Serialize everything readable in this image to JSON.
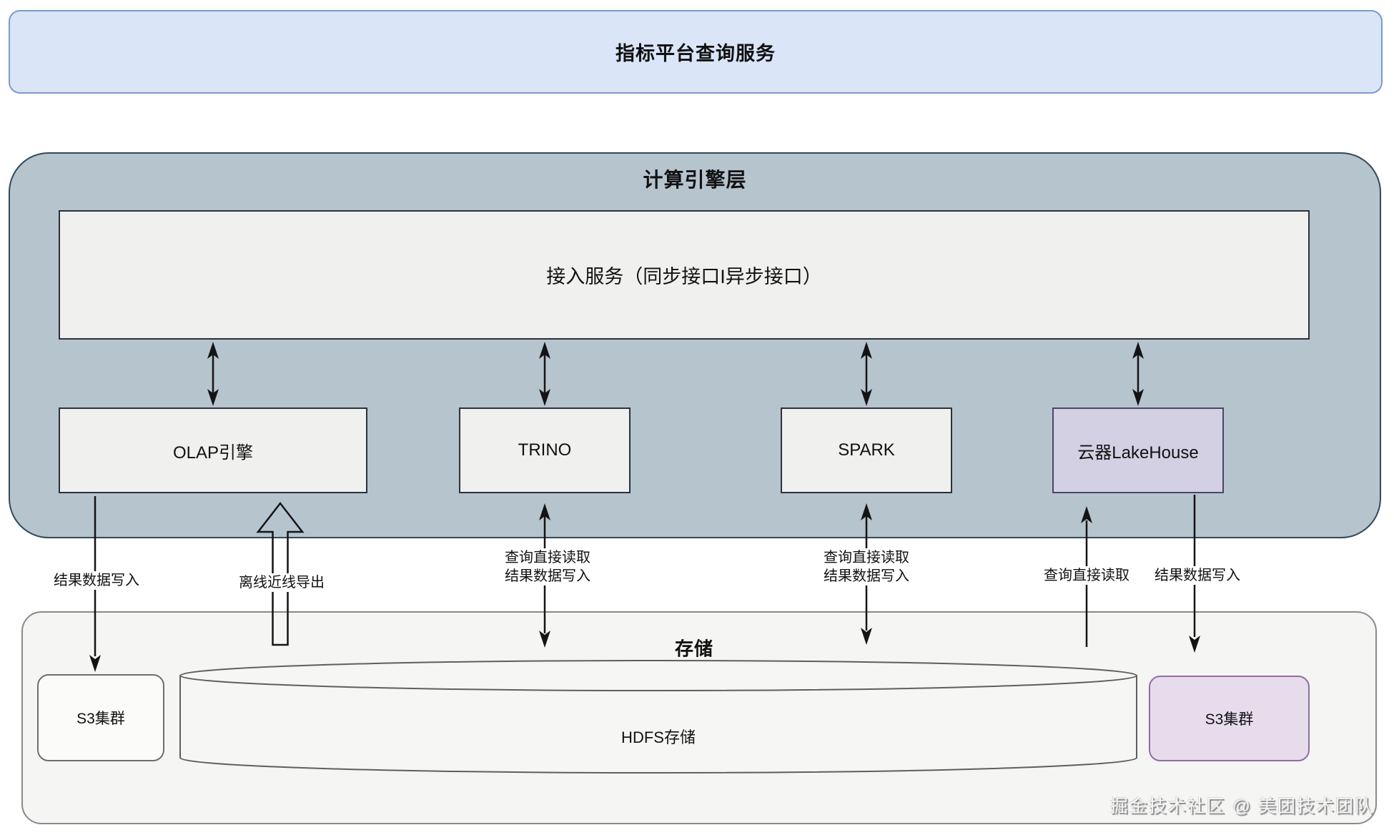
{
  "banner": {
    "title": "指标平台查询服务"
  },
  "compute": {
    "title": "计算引擎层",
    "access_service": "接入服务（同步接口I异步接口）",
    "engines": [
      {
        "label": "OLAP引擎"
      },
      {
        "label": "TRINO"
      },
      {
        "label": "SPARK"
      },
      {
        "label": "云器LakeHouse",
        "highlighted": true
      }
    ]
  },
  "flows": {
    "olap_to_s3": "结果数据写入",
    "offline_export": "离线近线导出",
    "trino_read": "查询直接读取",
    "trino_write": "结果数据写入",
    "spark_read": "查询直接读取",
    "spark_write": "结果数据写入",
    "lakehouse_read": "查询直接读取",
    "lakehouse_write": "结果数据写入"
  },
  "storage": {
    "title": "存储",
    "s3_left": "S3集群",
    "hdfs": "HDFS存储",
    "s3_right": "S3集群"
  },
  "watermark": "掘金技术社区 @ 美团技术团队",
  "colors": {
    "banner_fill": "#dae5f8",
    "banner_border": "#7d9ac9",
    "compute_fill": "#b6c4ce",
    "compute_border": "#33495a",
    "box_fill": "#f0f0ee",
    "box_border": "#2b323a",
    "lakehouse_fill": "#d4d0e4",
    "lakehouse_border": "#4a4668",
    "storage_fill": "#f5f5f3",
    "storage_border": "#8a8a8a",
    "s3_right_fill": "#e7dcec",
    "s3_right_border": "#8f6da6",
    "arrow_color": "#141414"
  }
}
